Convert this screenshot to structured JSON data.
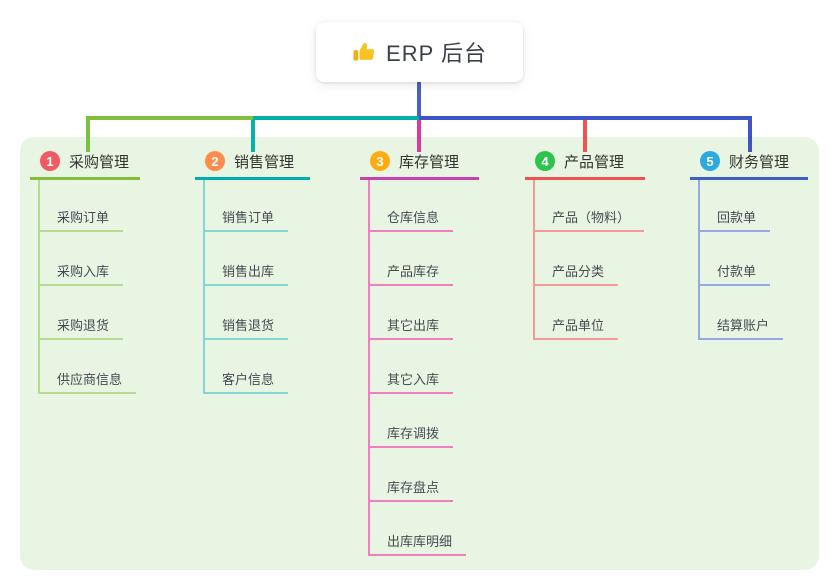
{
  "root": {
    "title": "ERP 后台",
    "icon": "thumbs-up-icon"
  },
  "colors": {
    "stem_blue": "#4a5ec9",
    "panel_bg": "#e9f5e3",
    "icon_gold": "#f7c325",
    "icon_gold_dark": "#efb020",
    "segment_left": "#82bd3c",
    "segment_mid": "#00b0a8",
    "segment_right": "#3d55c8"
  },
  "branches": [
    {
      "number": "1",
      "label": "采购管理",
      "badge_color": "#f25a62",
      "line_color": "#82bd3c",
      "item_line_color": "#b5db90",
      "drop_color": "#7cc242",
      "items": [
        "采购订单",
        "采购入库",
        "采购退货",
        "供应商信息"
      ]
    },
    {
      "number": "2",
      "label": "销售管理",
      "badge_color": "#ff8c4a",
      "line_color": "#00b0a8",
      "item_line_color": "#82d7d0",
      "drop_color": "#00b3ab",
      "items": [
        "销售订单",
        "销售出库",
        "销售退货",
        "客户信息"
      ]
    },
    {
      "number": "3",
      "label": "库存管理",
      "badge_color": "#ffac12",
      "line_color": "#c841ad",
      "item_line_color": "#ef7fc0",
      "drop_color": "#d83a9e",
      "items": [
        "仓库信息",
        "产品库存",
        "其它出库",
        "其它入库",
        "库存调拨",
        "库存盘点",
        "出库库明细"
      ]
    },
    {
      "number": "4",
      "label": "产品管理",
      "badge_color": "#2dc44d",
      "line_color": "#f05252",
      "item_line_color": "#f59999",
      "drop_color": "#f05252",
      "items": [
        "产品（物料）",
        "产品分类",
        "产品单位"
      ]
    },
    {
      "number": "5",
      "label": "财务管理",
      "badge_color": "#2baade",
      "line_color": "#3d5fc9",
      "item_line_color": "#94a9e6",
      "drop_color": "#3d55c8",
      "items": [
        "回款单",
        "付款单",
        "结算账户"
      ]
    }
  ]
}
